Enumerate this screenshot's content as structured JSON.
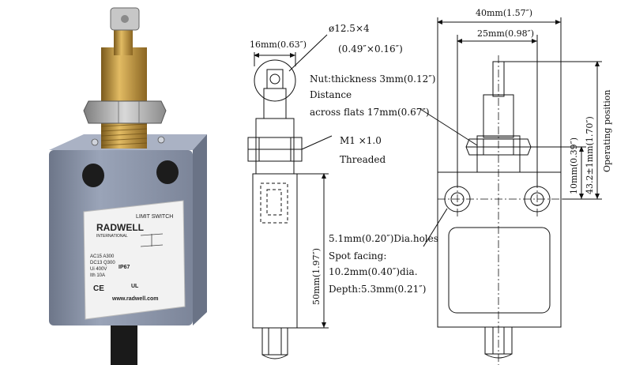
{
  "product": {
    "brand": "RADWELL",
    "brand_sub": "INTERNATIONAL",
    "label_title": "LIMIT SWITCH",
    "ratings": [
      "AC15 A300",
      "DC13 Q300",
      "Ui 400V",
      "Ith 10A"
    ],
    "ip_rating": "IP67",
    "ce_mark": "CE",
    "ul_mark": "UL",
    "website": "www.radwell.com"
  },
  "side_view": {
    "roller_dia": "ø12.5×4",
    "roller_dia_in": "(0.49″×0.16″)",
    "width": "16mm(0.63″)",
    "thread_1": "M1 ×1.0",
    "thread_2": "Threaded",
    "body_height": "50mm(1.97″)"
  },
  "nut_note": {
    "line1": "Nut:thickness 3mm(0.12″)",
    "line2": "Distance",
    "line3": "across flats 17mm(0.67″)"
  },
  "front_view": {
    "width_total": "40mm(1.57″)",
    "hole_spacing": "25mm(0.98″)",
    "dim_10": "10mm(0.39″)",
    "operating_dim": "43.2±1mm(1.70″)",
    "operating_label": "Operating position"
  },
  "hole_note": {
    "line1": "5.1mm(0.20″)Dia.holes",
    "line2": "Spot facing:",
    "line3": "10.2mm(0.40″)dia.",
    "line4": "Depth:5.3mm(0.21″)"
  },
  "colors": {
    "body": "#8f99ad",
    "brass": "#c99a3a",
    "line": "#111111"
  }
}
